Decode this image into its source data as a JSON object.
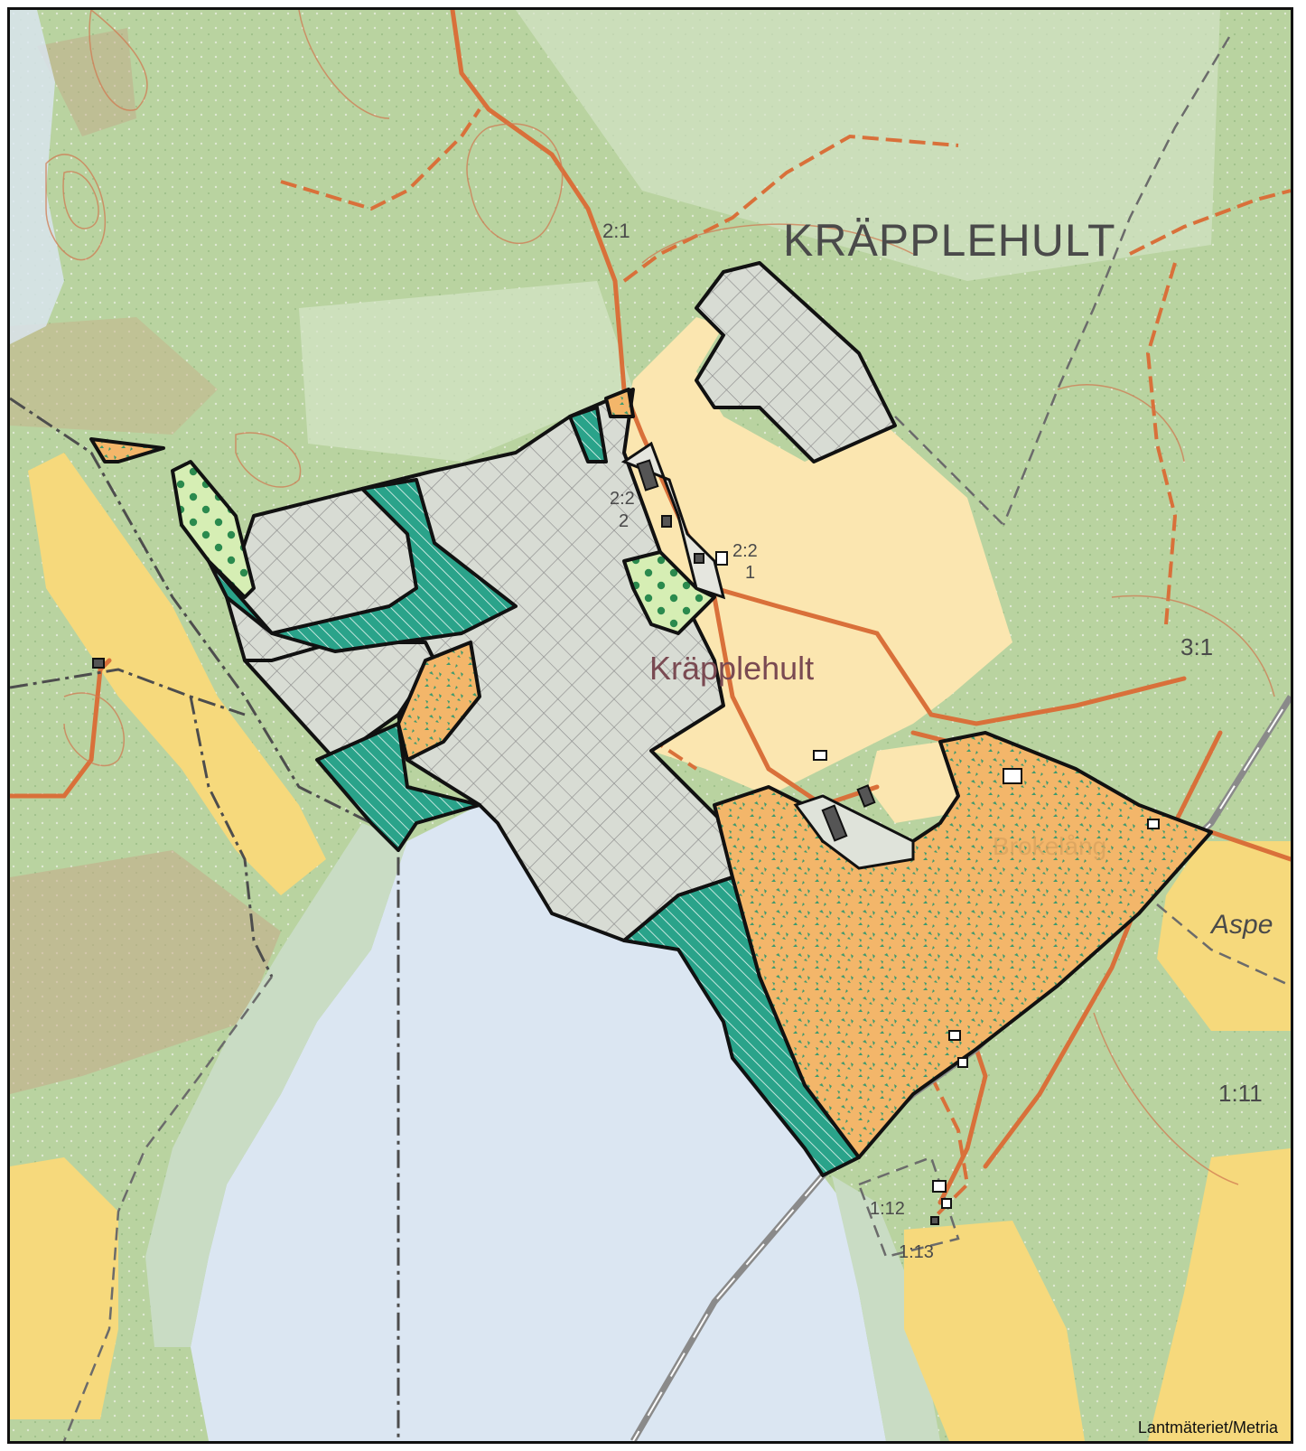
{
  "map": {
    "place_name": "KRÄPPLEHULT",
    "farm_name": "Kräpplehult",
    "neighbour_name": "Aspe",
    "faint_name": "Brokelång",
    "credit": "Lantmäteriet/Metria",
    "parcels": {
      "p21": "2:1",
      "p22a": "2:2",
      "p2": "2",
      "p22b": "2:2",
      "p1": "1",
      "p31": "3:1",
      "p111": "1:11",
      "p112": "1:12",
      "p113": "1:13"
    }
  },
  "colors": {
    "forest": "#b9d3a0",
    "field": "#fbe6b0",
    "arable": "#f6d97c",
    "water": "#dbe6f2",
    "wetland": "#c9dcc4",
    "road": "#d9703a",
    "hatched_green": "#2aa38a",
    "stippled_orange": "#f3b66a",
    "crosshatch_grey": "#d8dcd4",
    "dotted_lightgreen": "#d6eeb4",
    "boundary": "#111111"
  },
  "icons": [
    "building-icon",
    "boundary-line",
    "road-line",
    "parish-boundary-line"
  ]
}
